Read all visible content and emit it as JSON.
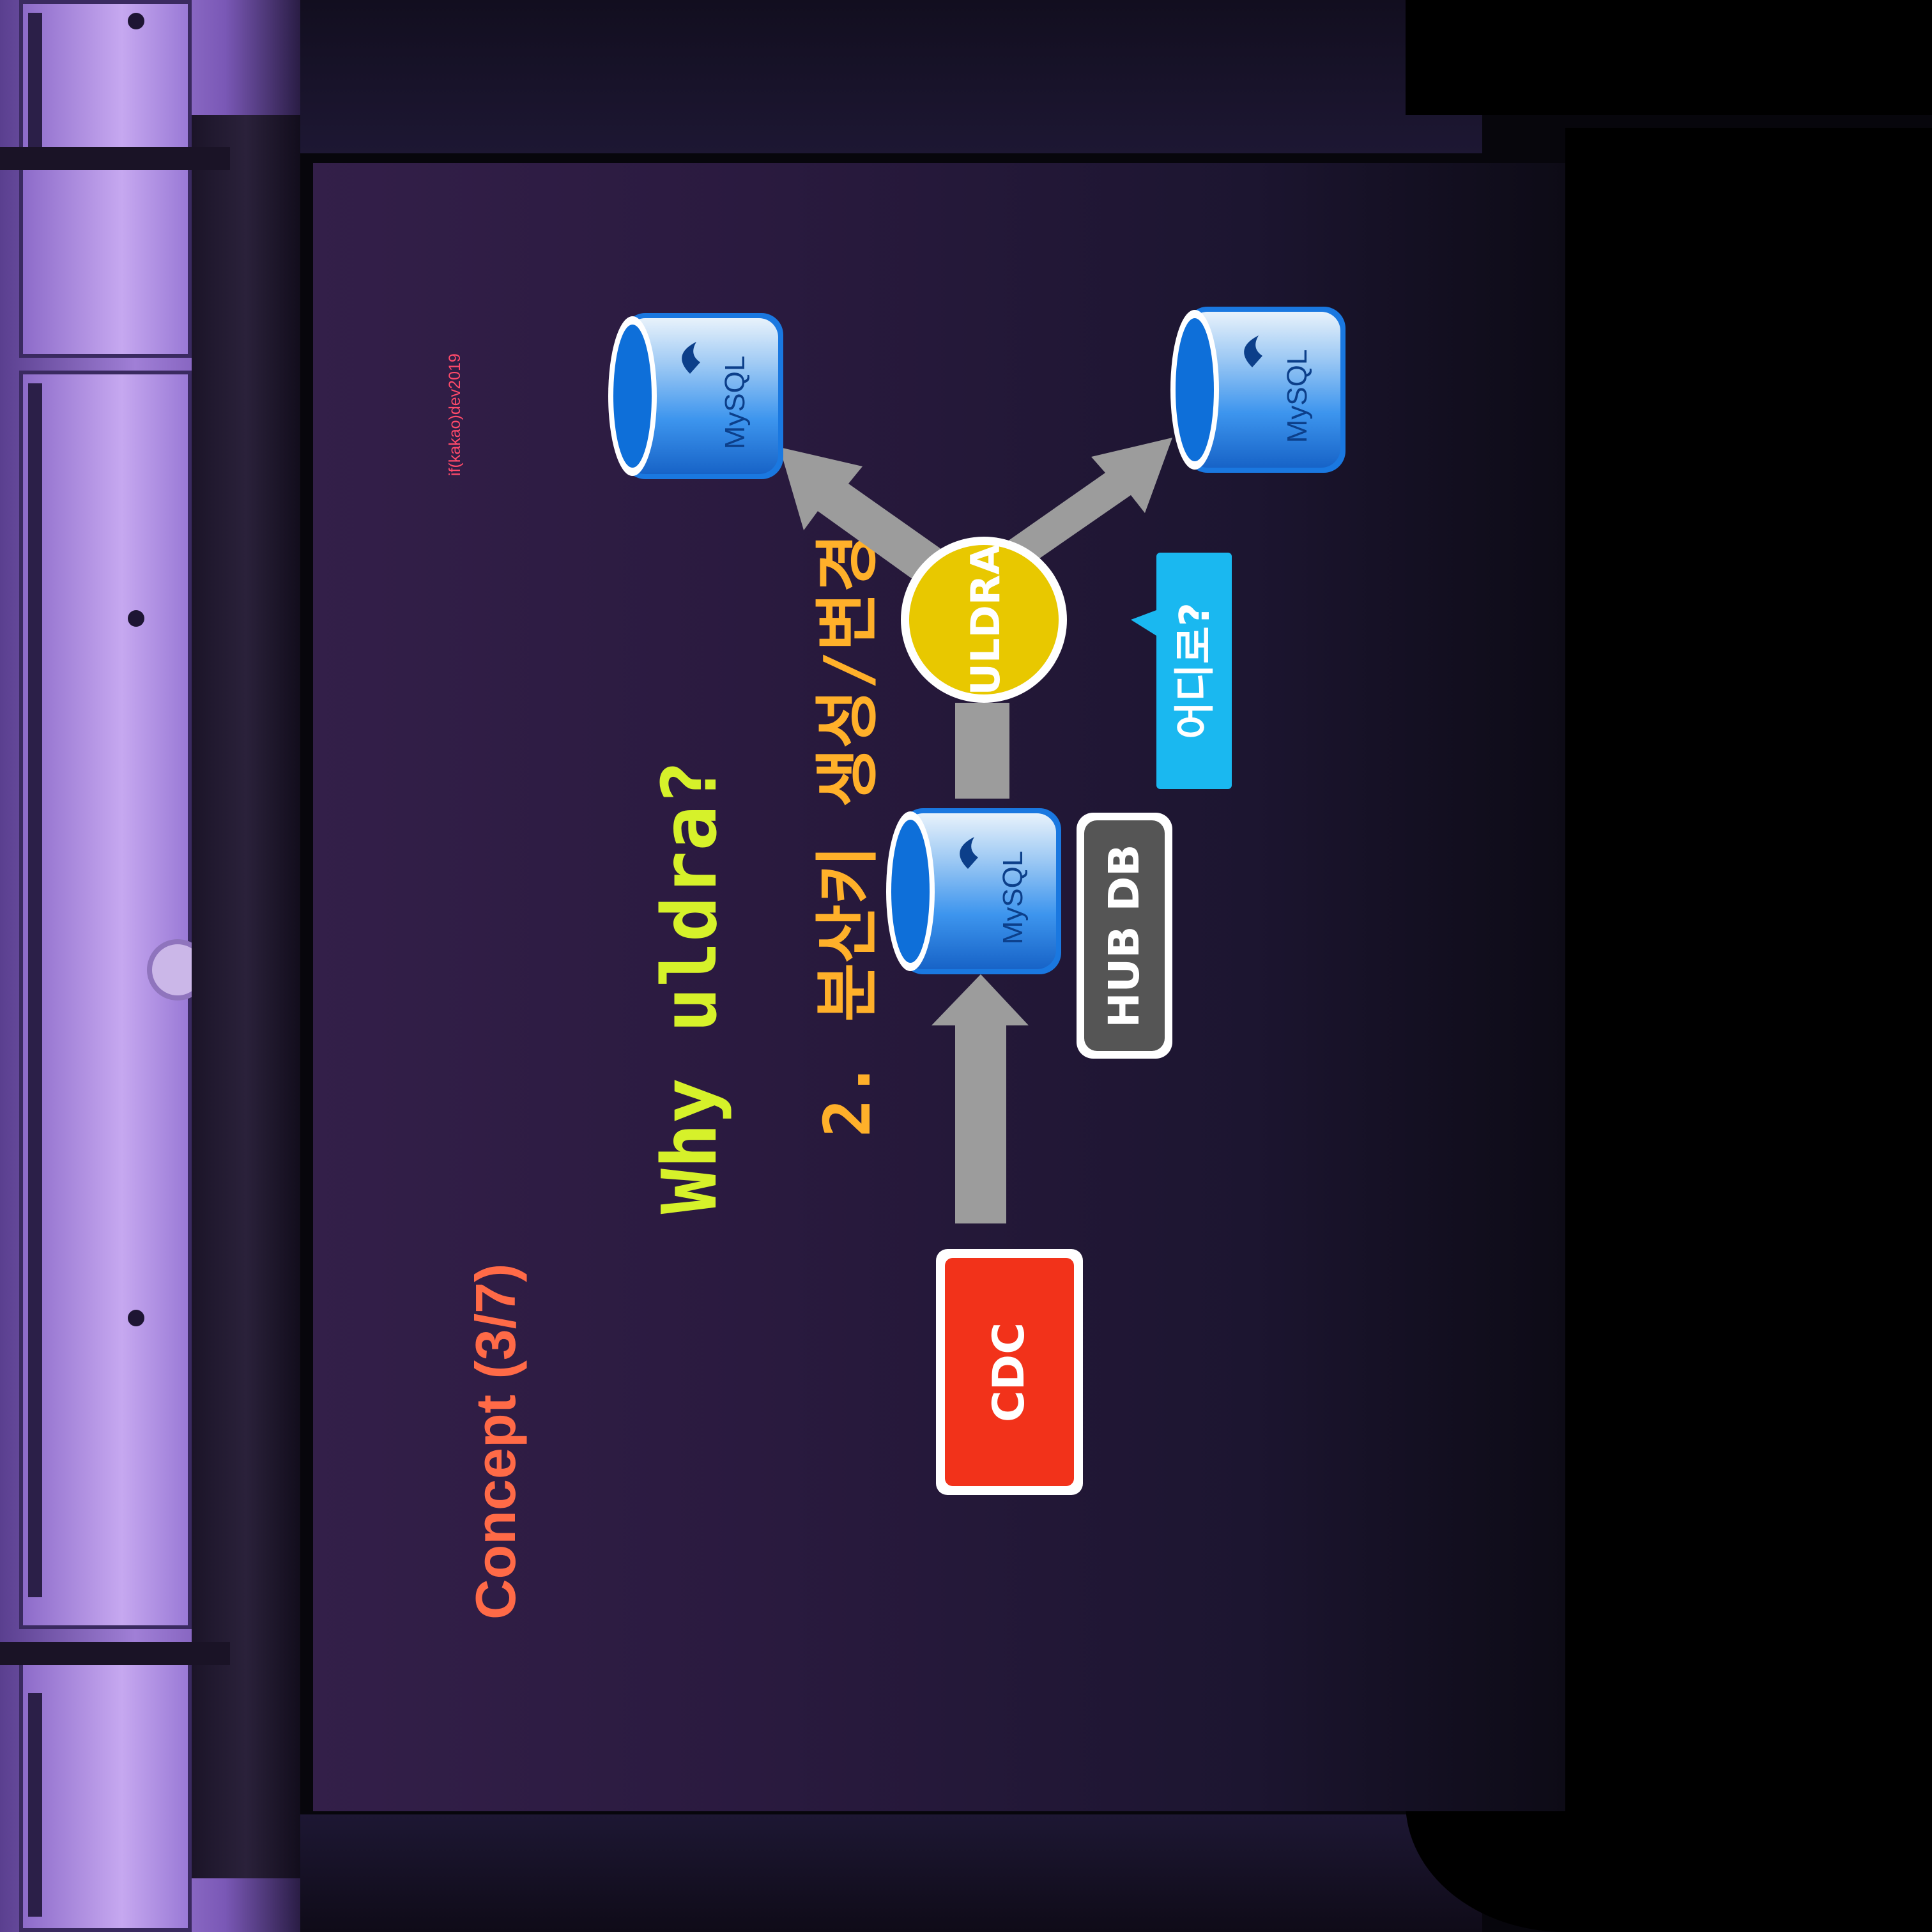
{
  "slide": {
    "title": "Concept (3/7)",
    "watermark": "if(kakao)dev2019",
    "heading": "Why uldra?",
    "point": "2.  분산키 생성/변경"
  },
  "diagram": {
    "cdc_label": "CDC",
    "hub_db_label": "HUB DB",
    "uldra_label": "ULDRA",
    "callout_label": "어디로?",
    "mysql_logo_text": "MySQL",
    "colors": {
      "cdc": "#f2321a",
      "uldra": "#e8c800",
      "callout": "#1ab8f0",
      "hub_db": "#555555",
      "arrow": "#9c9c9c",
      "cylinder": "#1a78e0"
    }
  }
}
